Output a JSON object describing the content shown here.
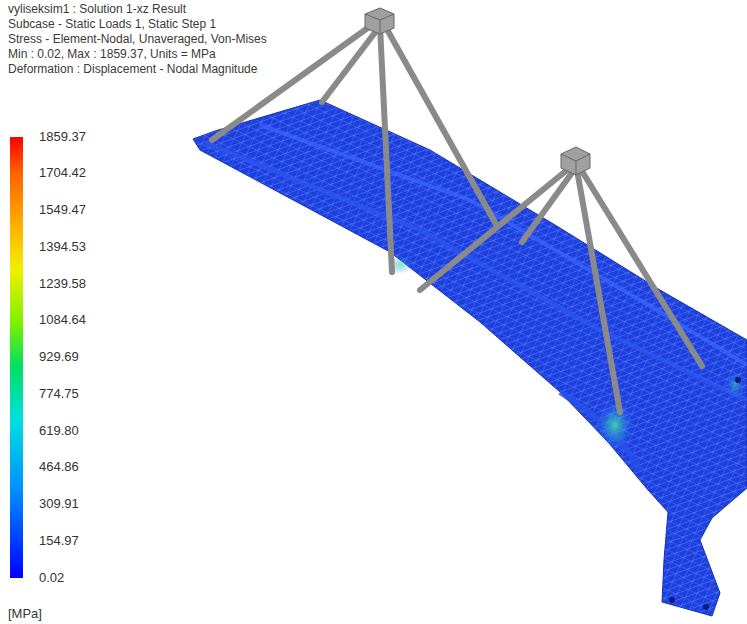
{
  "diagram": {
    "labels": [
      "vyliseksim1 : Solution 1-xz Result",
      "Subcase - Static Loads 1, Static Step 1",
      "Stress - Element-Nodal, Unaveraged, Von-Mises",
      "Min : 0.02, Max : 1859.37, Units = MPa",
      "Deformation : Displacement - Nodal Magnitude",
      "1859.37",
      "1704.42",
      "1549.47",
      "1394.53",
      "1239.58",
      "1084.64",
      "929.69",
      "774.75",
      "619.80",
      "464.86",
      "309.91",
      "154.97",
      "0.02",
      "[MPa]"
    ]
  }
}
